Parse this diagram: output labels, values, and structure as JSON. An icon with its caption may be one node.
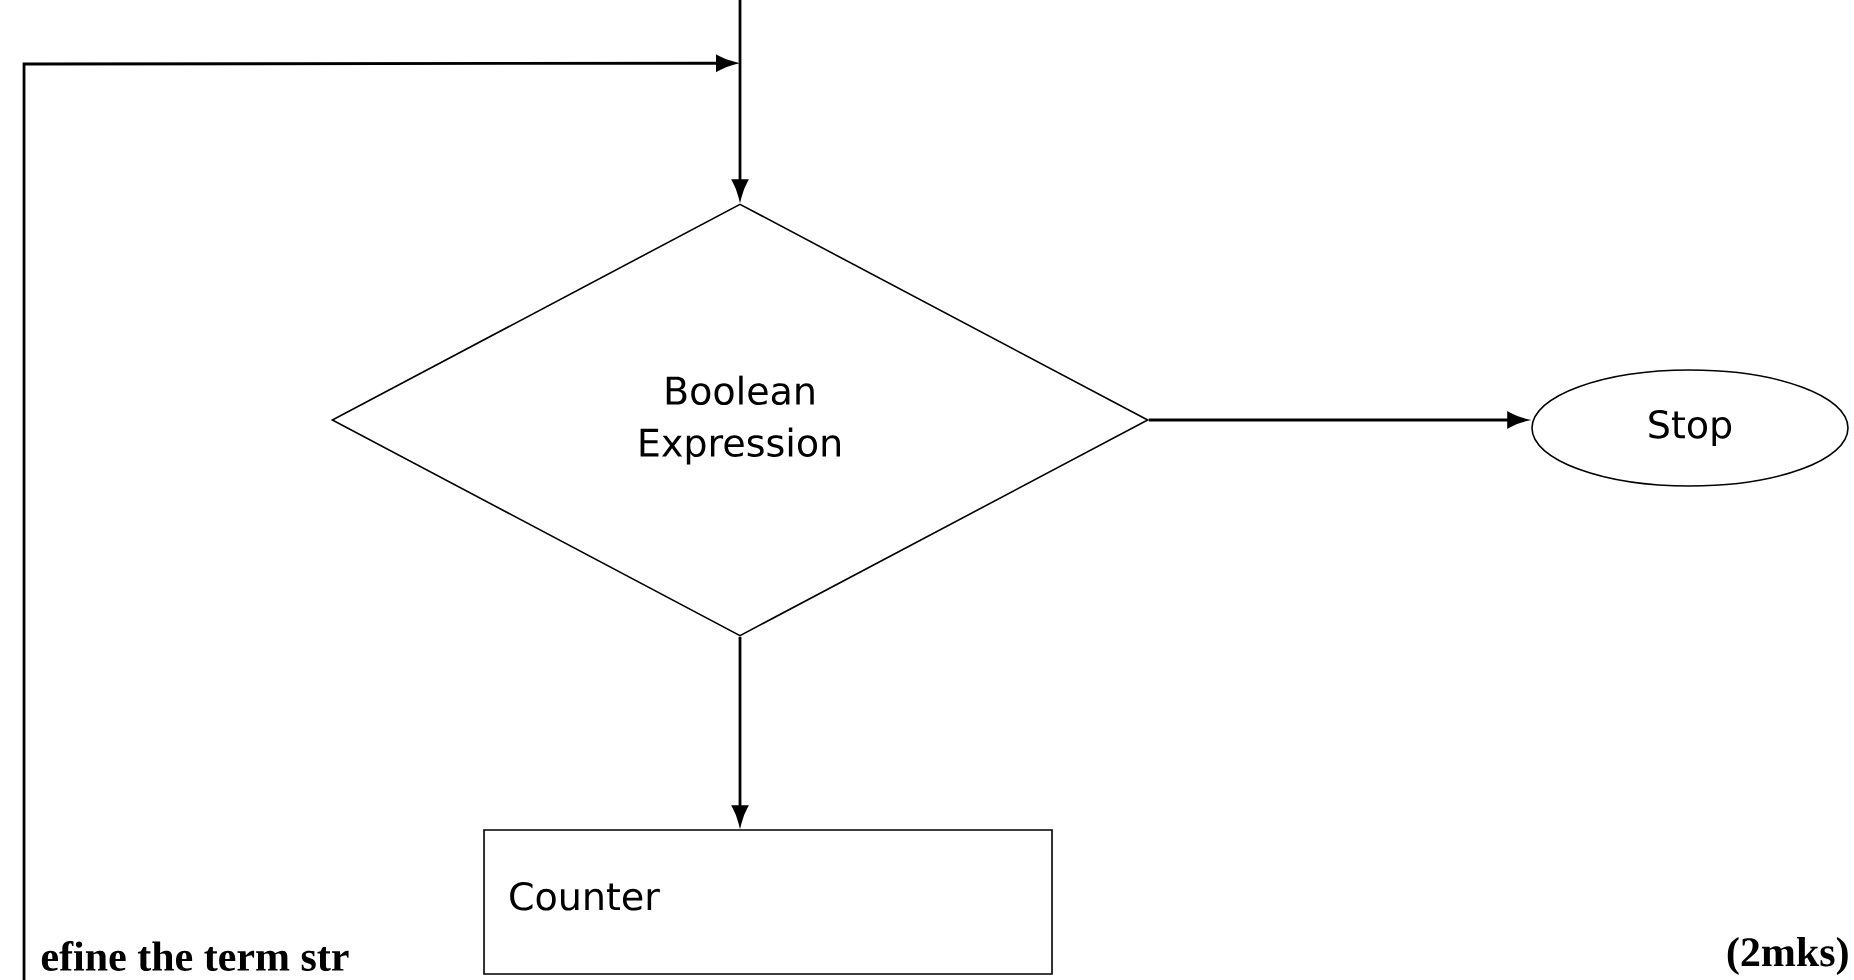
{
  "diagram": {
    "nodes": [
      {
        "text": [
          "Boolean Expression"
        ]
      },
      {
        "text": [
          "Stop"
        ]
      },
      {
        "text": [
          "Counter"
        ]
      }
    ],
    "edges": [
      {
        "from": null,
        "to": 0,
        "arrow": "to"
      },
      {
        "from": null,
        "to": 0,
        "arrow": "to"
      },
      {
        "from": 0,
        "to": 1,
        "arrow": "to"
      },
      {
        "from": 0,
        "to": 2,
        "arrow": "to"
      }
    ],
    "labels": [
      "efine the term str",
      "(2mks)"
    ]
  }
}
